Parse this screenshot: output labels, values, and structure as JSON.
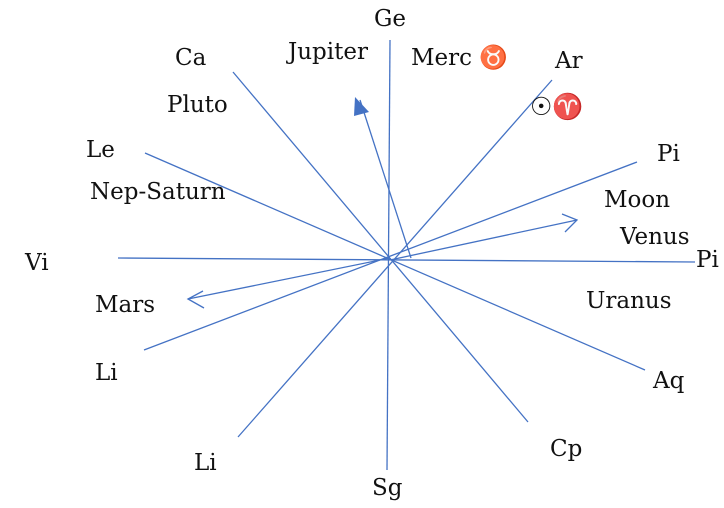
{
  "colors": {
    "line": "#4472C4",
    "text": "#111111",
    "background": "#ffffff"
  },
  "labels": {
    "ge": "Ge",
    "jupiter": "Jupiter",
    "merc": "Merc ♉",
    "ar": "Ar",
    "sun_aries": "☉♈",
    "ca": "Ca",
    "pluto": "Pluto",
    "le": "Le",
    "pi_upper": "Pi",
    "nep_saturn": "Nep-Saturn",
    "moon": "Moon",
    "venus": "Venus",
    "vi": "Vi",
    "pi_right": "Pi",
    "mars": "Mars",
    "uranus": "Uranus",
    "li_left": "Li",
    "aq": "Aq",
    "li_bottom": "Li",
    "cp": "Cp",
    "sg": "Sg"
  }
}
